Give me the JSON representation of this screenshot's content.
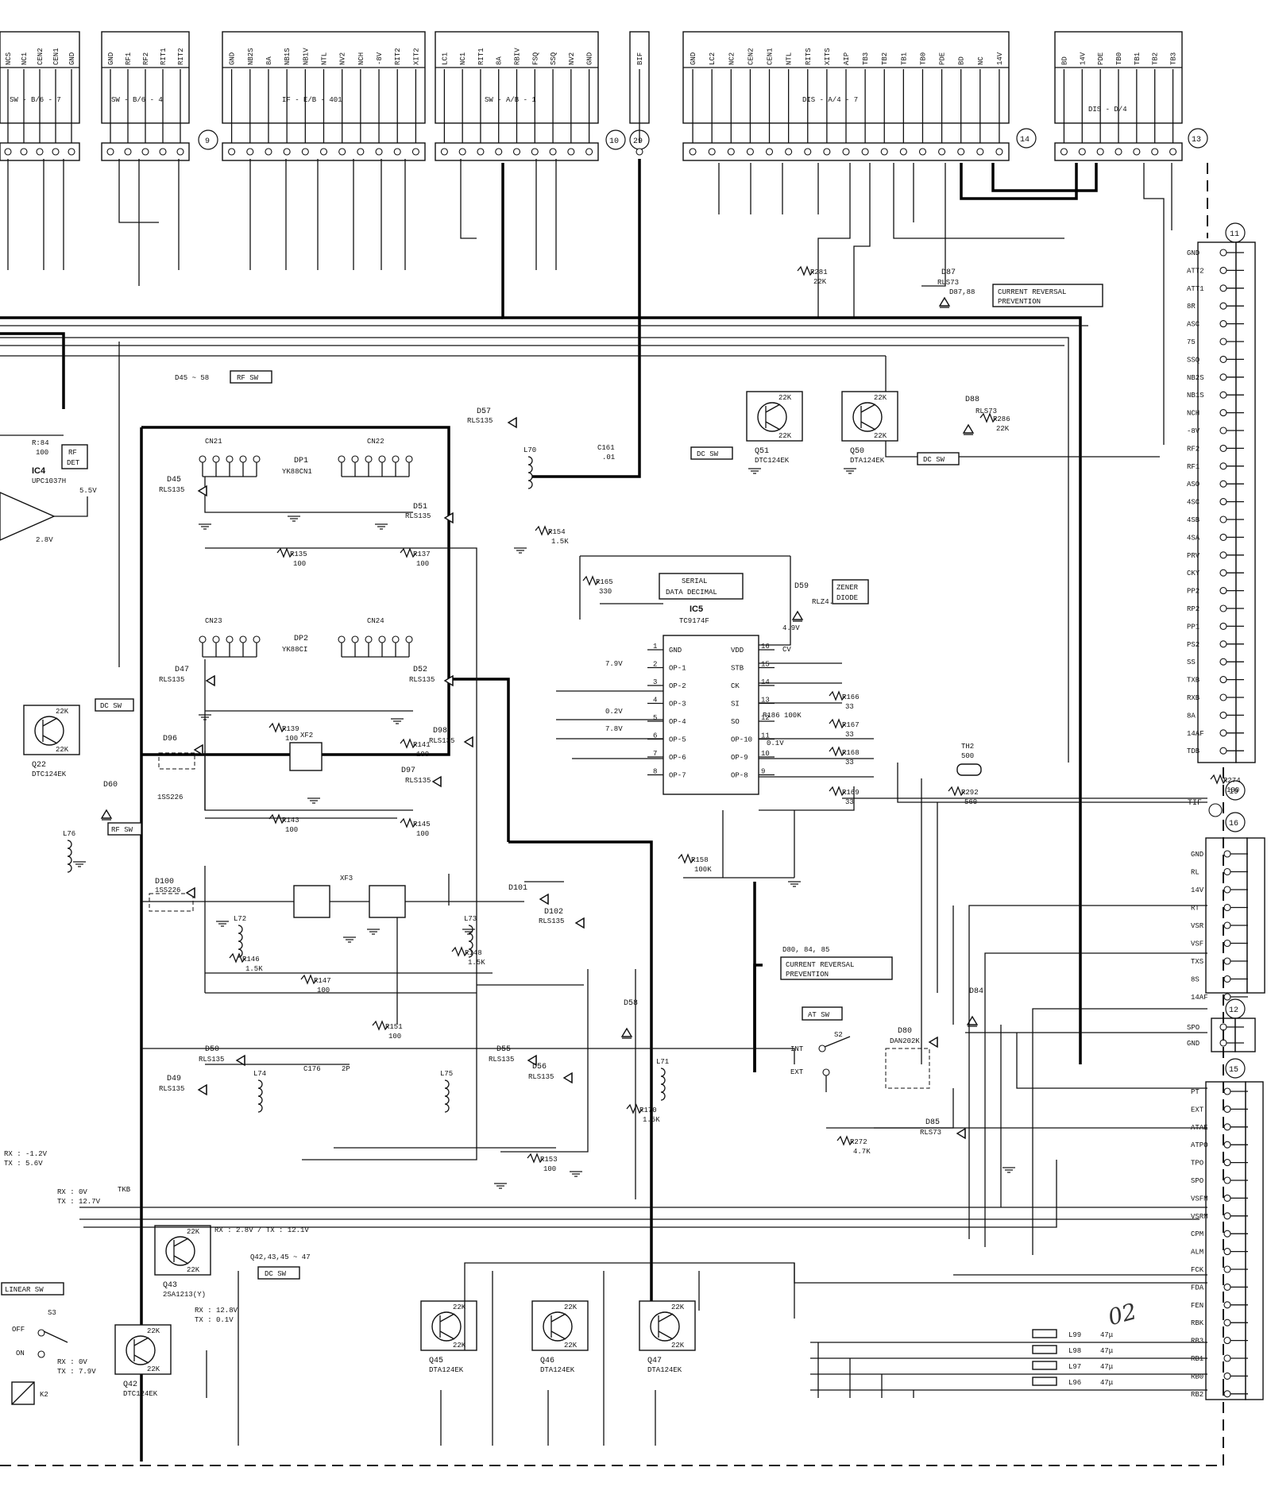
{
  "connectors": {
    "c9": {
      "id": "9",
      "title": "IF - E/B - 401",
      "pins": [
        "GND",
        "NB2S",
        "8A",
        "NB1S",
        "NB1V",
        "NTL",
        "NV2",
        "NCH",
        "-8V",
        "RIT2",
        "XIT2"
      ]
    },
    "c10": {
      "id": "10",
      "title": "SW - A/B - 1",
      "pins": [
        "LC1",
        "NC1",
        "RIT1",
        "8A",
        "RBIV",
        "FSQ",
        "SSQ",
        "NV2",
        "GND"
      ]
    },
    "c29": {
      "id": "29",
      "title": "IF - A/5 - 5 - BIF",
      "pins": [
        "BIF"
      ]
    },
    "c14": {
      "id": "14",
      "title": "DIS - A/4 - 7",
      "pins": [
        "GND",
        "LC2",
        "NC2",
        "CEN2",
        "CEN1",
        "NTL",
        "RITS",
        "XITS",
        "AIP",
        "TB3",
        "TB2",
        "TB1",
        "TB0",
        "PDE",
        "BD",
        "NC",
        "14V"
      ]
    },
    "c13": {
      "id": "13",
      "title": "DIS - D/4",
      "pins": [
        "BD",
        "14V",
        "PDE",
        "TB0",
        "TB1",
        "TB2",
        "TB3"
      ]
    },
    "left1": {
      "title": "SW - B/6 - 7",
      "pins": [
        "NCS",
        "NC1",
        "CEN2",
        "CEN1",
        "GND"
      ]
    },
    "left2": {
      "title": "SW - B/6 - 4",
      "pins": [
        "GND",
        "RF1",
        "RF2",
        "RIT1",
        "RIT2"
      ]
    },
    "c11": {
      "id": "11",
      "pins": [
        "GND",
        "ATT2",
        "ATT1",
        "8R",
        "ASC",
        "75",
        "SSQ",
        "NB2S",
        "NB1S",
        "NCH",
        "-8V",
        "RF2",
        "RF1",
        "ASO",
        "4SC",
        "4SB",
        "4SA",
        "PRV",
        "CKY",
        "PP2",
        "RP2",
        "PP1",
        "PS2",
        "SS",
        "TXB",
        "RXB",
        "8A",
        "14AF",
        "TDB"
      ]
    },
    "c16": {
      "id": "16",
      "pins": [
        "GND",
        "RL",
        "14V",
        "RT",
        "VSR",
        "VSF",
        "TXS",
        "8S",
        "14AF"
      ]
    },
    "c12": {
      "id": "12",
      "pins": [
        "SPO",
        "GND"
      ]
    },
    "c15": {
      "id": "15",
      "pins": [
        "PT",
        "EXT",
        "ATAE",
        "ATPO",
        "TPO",
        "SPO",
        "VSFM",
        "VSRM",
        "CPM",
        "ALM",
        "FCK",
        "FDA",
        "FEN",
        "RBK",
        "RB3",
        "RB1",
        "RB0",
        "RB2"
      ]
    },
    "c19": {
      "id": "19",
      "label": "TIF"
    }
  },
  "ic5": {
    "name": "IC5",
    "part": "TC9174F",
    "left_pins": [
      "GND",
      "OP-1",
      "OP-2",
      "OP-3",
      "OP-4",
      "OP-5",
      "OP-6",
      "OP-7"
    ],
    "right_pins": [
      "VDD",
      "STB",
      "CK",
      "SI",
      "SO",
      "OP-10",
      "OP-9",
      "OP-8"
    ],
    "left_nums": [
      "1",
      "2",
      "3",
      "4",
      "5",
      "6",
      "7",
      "8"
    ],
    "right_nums": [
      "16",
      "15",
      "14",
      "13",
      "12",
      "11",
      "10",
      "9"
    ]
  },
  "ic4": {
    "name": "IC4",
    "part": "UPC1037H"
  },
  "transistors": {
    "q51": {
      "name": "Q51",
      "part": "DTC124EK"
    },
    "q50": {
      "name": "Q50",
      "part": "DTA124EK"
    },
    "q22": {
      "name": "Q22",
      "part": "DTC124EK"
    },
    "q43": {
      "name": "Q43",
      "part": "2SA1213(Y)"
    },
    "q42": {
      "name": "Q42",
      "part": "DTC124EK"
    },
    "q45": {
      "name": "Q45",
      "part": "DTA124EK"
    },
    "q46": {
      "name": "Q46",
      "part": "DTA124EK"
    },
    "q47": {
      "name": "Q47",
      "part": "DTA124EK"
    }
  },
  "labels": {
    "d45_58": "D45 ~ 58",
    "rf_sw": "RF SW",
    "dc_sw": "DC SW",
    "rf_det": "RF DET",
    "serial": "SERIAL",
    "data_decimal": "DATA DECIMAL",
    "zener": "ZENER",
    "diode": "DIODE",
    "current_reversal": "CURRENT REVERSAL",
    "prevention": "PREVENTION",
    "d87_88": "D87,88",
    "d80_84_85": "D80, 84, 85",
    "at_sw": "AT SW",
    "linear_sw": "LINEAR SW",
    "q42_47": "Q42,43,45 ~ 47",
    "s2": "S2",
    "int": "INT",
    "ext": "EXT",
    "s3": "S3",
    "off": "OFF",
    "on": "ON",
    "k2": "K2",
    "dp1": "DP1",
    "dp1p": "YK88CN1",
    "dp2": "DP2",
    "dp2p": "YK88CI",
    "xf2": "XF2",
    "xf3": "XF3",
    "cn21": "CN21",
    "cn22": "CN22",
    "cn23": "CN23",
    "cn24": "CN24",
    "tkb": "TKB",
    "rx_tx_a": "RX : 2.8V / TX : 12.1V",
    "rx_tx_b": "RX : 12.8V",
    "rx_tx_b2": "TX : 0.1V",
    "rx_tx_c": "RX : 0V",
    "rx_tx_c2": "TX : 12.7V",
    "rx_tx_d": "RX : 0V",
    "rx_tx_d2": "TX : 7.9V",
    "rx_tx_e": "RX : -1.2V",
    "rx_tx_e2": "TX : 5.6V",
    "handwritten": "02"
  },
  "diodes": [
    "D45",
    "D51",
    "D47",
    "D52",
    "D96",
    "D97",
    "D98",
    "D57",
    "D59",
    "D60",
    "D100",
    "D101",
    "D102",
    "D49",
    "D50",
    "D55",
    "D56",
    "D58",
    "D84",
    "D80",
    "D85",
    "D87",
    "D88"
  ],
  "diode_parts": {
    "rls135": "RLS135",
    "rls73": "RLS73",
    "dan202k": "DAN202K",
    "rlz": "RLZ4.7B",
    "is2226": "1SS226"
  },
  "resistors": [
    {
      "ref": "R135",
      "val": "100"
    },
    {
      "ref": "R137",
      "val": "100"
    },
    {
      "ref": "R139",
      "val": "100"
    },
    {
      "ref": "R141",
      "val": "100"
    },
    {
      "ref": "R143",
      "val": "100"
    },
    {
      "ref": "R145",
      "val": "100"
    },
    {
      "ref": "R147",
      "val": "100"
    },
    {
      "ref": "R151",
      "val": "100"
    },
    {
      "ref": "R153",
      "val": "100"
    },
    {
      "ref": "R154",
      "val": "1.5K"
    },
    {
      "ref": "R165",
      "val": "330"
    },
    {
      "ref": "R166",
      "val": "33"
    },
    {
      "ref": "R167",
      "val": "33"
    },
    {
      "ref": "R168",
      "val": "33"
    },
    {
      "ref": "R169",
      "val": "33"
    },
    {
      "ref": "R158",
      "val": "100K"
    },
    {
      "ref": "R272",
      "val": "4.7K"
    },
    {
      "ref": "R274",
      "val": "100"
    },
    {
      "ref": "R281",
      "val": "22K"
    },
    {
      "ref": "R286",
      "val": "22K"
    },
    {
      "ref": "R292",
      "val": "560"
    },
    {
      "ref": "R146",
      "val": "1.5K"
    },
    {
      "ref": "R148",
      "val": "1.5K"
    },
    {
      "ref": "R170",
      "val": "1.5K"
    }
  ],
  "parts_misc": {
    "l70": "L70",
    "l71": "L71",
    "l72": "L72",
    "l73": "L73",
    "l74": "L74",
    "l75": "L75",
    "l76": "L76",
    "c161": "C161",
    "c161v": ".01",
    "c176": "C176",
    "c176v": "2P",
    "th2": "TH2",
    "th2v": "500",
    "l96": "L96",
    "l97": "L97",
    "l98": "L98",
    "l99": "L99",
    "l47u": "47μ",
    "ic5v": "4.9V",
    "ic5cv": "CV",
    "v79": "7.9V",
    "v02": "0.2V",
    "v78": "7.8V",
    "v01": "0.1V",
    "r186": "R186 100K"
  },
  "colors": {
    "ink": "#111111",
    "paper": "#ffffff"
  }
}
